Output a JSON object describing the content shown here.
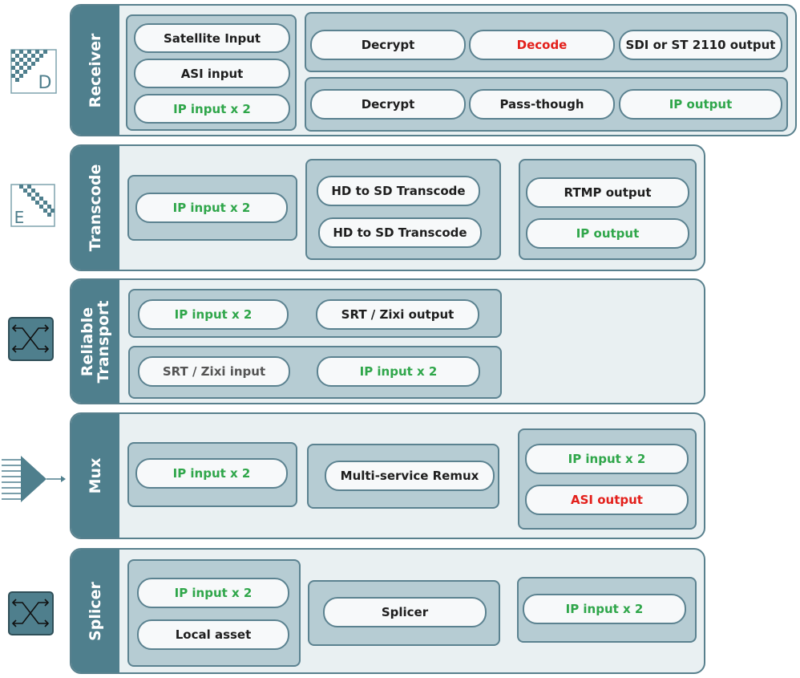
{
  "colors": {
    "tab": "#4f7f8d",
    "row_bg": "#e9f0f2",
    "group_bg": "#b6ccd3",
    "green": "#2fa64a",
    "red": "#e3201b"
  },
  "receiver": {
    "label": "Receiver",
    "icon": "decoder-d-icon",
    "icon_letter": "D",
    "inputs": [
      "Satellite Input",
      "ASI input",
      "IP input x 2"
    ],
    "chain1": [
      "Decrypt",
      "Decode",
      "SDI or ST 2110 output"
    ],
    "chain2": [
      "Decrypt",
      "Pass-though",
      "IP output"
    ]
  },
  "transcode": {
    "label": "Transcode",
    "icon": "encoder-e-icon",
    "icon_letter": "E",
    "input": "IP input x 2",
    "process": [
      "HD to SD Transcode",
      "HD to SD Transcode"
    ],
    "outputs": [
      "RTMP output",
      "IP output"
    ]
  },
  "reliable": {
    "label": "Reliable\nTransport",
    "icon": "crossover-arrows-icon",
    "row1": [
      "IP input x 2",
      "SRT / Zixi output"
    ],
    "row2": [
      "SRT / Zixi input",
      "IP input x 2"
    ]
  },
  "mux": {
    "label": "Mux",
    "icon": "multiplexer-icon",
    "input": "IP input x 2",
    "process": "Multi-service Remux",
    "outputs": [
      "IP input x 2",
      "ASI output"
    ]
  },
  "splicer": {
    "label": "Splicer",
    "icon": "crossover-arrows-icon",
    "inputs": [
      "IP input x 2",
      "Local asset"
    ],
    "process": "Splicer",
    "output": "IP input x 2"
  }
}
